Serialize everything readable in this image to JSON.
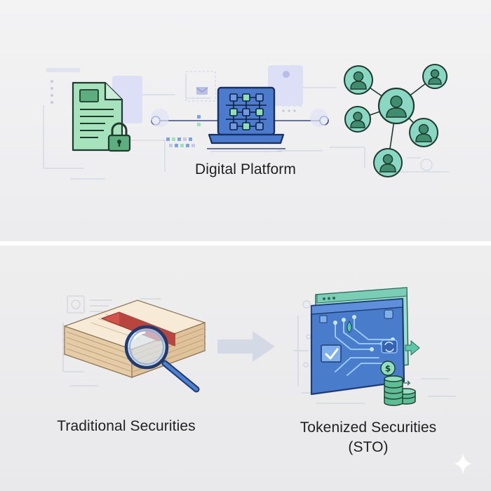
{
  "top_panel": {
    "platform_label": "Digital Platform"
  },
  "bottom_panel": {
    "traditional_label": "Traditional Securities",
    "tokenized_label_line1": "Tokenized Securities",
    "tokenized_label_line2": "(STO)"
  },
  "colors": {
    "green": "#8fd9aa",
    "green_dark": "#2f6b4a",
    "blue": "#4a7ccc",
    "blue_dark": "#1e3c73",
    "teal": "#7fd6c0",
    "lavender": "#d9dcf5",
    "paper": "#f0dcbe",
    "red_band": "#d2544c"
  },
  "icons": [
    "document-icon",
    "padlock-icon",
    "laptop-icon",
    "person-icon",
    "securities-stack-icon",
    "magnifier-icon",
    "arrow-right-icon",
    "token-screen-icon",
    "coin-stack-icon",
    "sparkle-icon"
  ]
}
